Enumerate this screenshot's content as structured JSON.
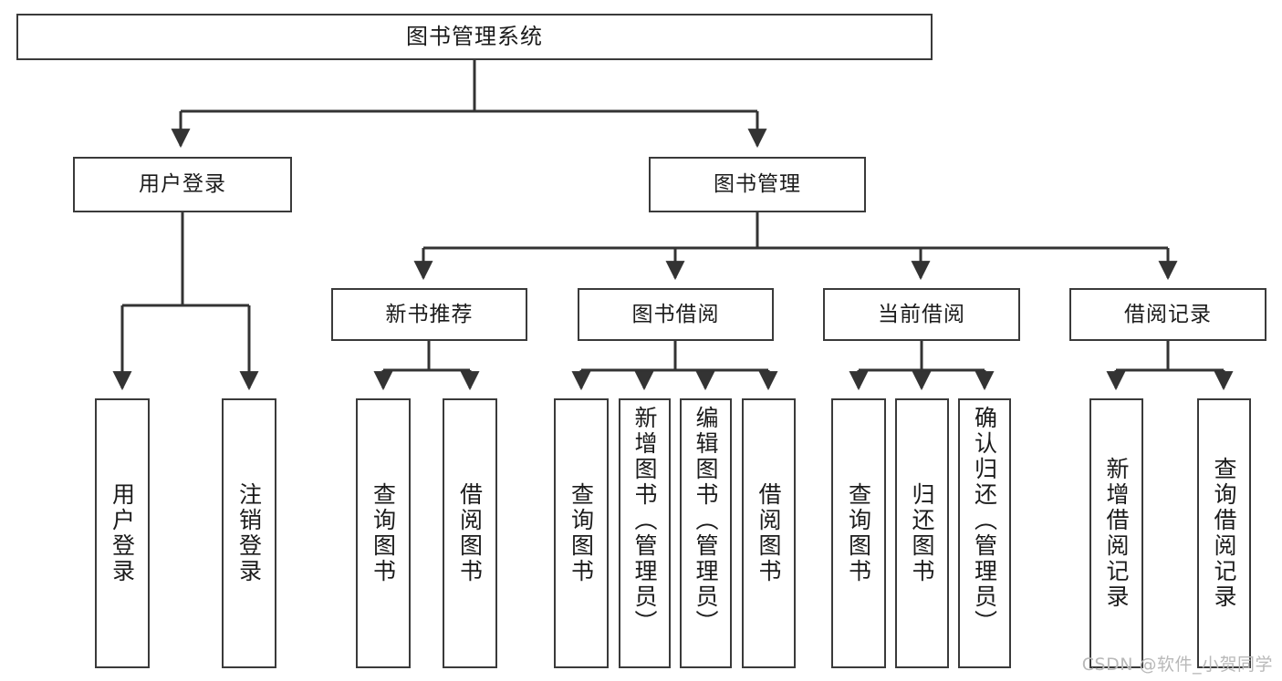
{
  "diagram": {
    "title": "图书管理系统",
    "watermark": "CSDN @软件_小贺同学",
    "colors": {
      "box_border": "#3a3a3a",
      "box_fill": "#ffffff",
      "edge": "#333333",
      "text": "#1b1b1b",
      "watermark": "#b9b9b9",
      "background": "#ffffff"
    },
    "nodes": {
      "root": {
        "label": "图书管理系统"
      },
      "level2": [
        {
          "id": "user-login",
          "label": "用户登录"
        },
        {
          "id": "book-manage",
          "label": "图书管理"
        }
      ],
      "level3": [
        {
          "id": "new-book-recommend",
          "label": "新书推荐"
        },
        {
          "id": "book-borrow",
          "label": "图书借阅"
        },
        {
          "id": "current-borrow",
          "label": "当前借阅"
        },
        {
          "id": "borrow-record",
          "label": "借阅记录"
        }
      ],
      "leaves": {
        "user-login": [
          {
            "id": "leaf-user-login",
            "label": "用户登录"
          },
          {
            "id": "leaf-logout-login",
            "label": "注销登录"
          }
        ],
        "new-book-recommend": [
          {
            "id": "leaf-query-book-1",
            "label": "查询图书"
          },
          {
            "id": "leaf-borrow-book-1",
            "label": "借阅图书"
          }
        ],
        "book-borrow": [
          {
            "id": "leaf-query-book-2",
            "label": "查询图书"
          },
          {
            "id": "leaf-add-book-admin",
            "label": "新增图书（管理员）"
          },
          {
            "id": "leaf-edit-book-admin",
            "label": "编辑图书（管理员）"
          },
          {
            "id": "leaf-borrow-book-2",
            "label": "借阅图书"
          }
        ],
        "current-borrow": [
          {
            "id": "leaf-query-book-3",
            "label": "查询图书"
          },
          {
            "id": "leaf-return-book",
            "label": "归还图书"
          },
          {
            "id": "leaf-confirm-return-admin",
            "label": "确认归还（管理员）"
          }
        ],
        "borrow-record": [
          {
            "id": "leaf-add-borrow-record",
            "label": "新增借阅记录"
          },
          {
            "id": "leaf-query-borrow-record",
            "label": "查询借阅记录"
          }
        ]
      }
    }
  }
}
